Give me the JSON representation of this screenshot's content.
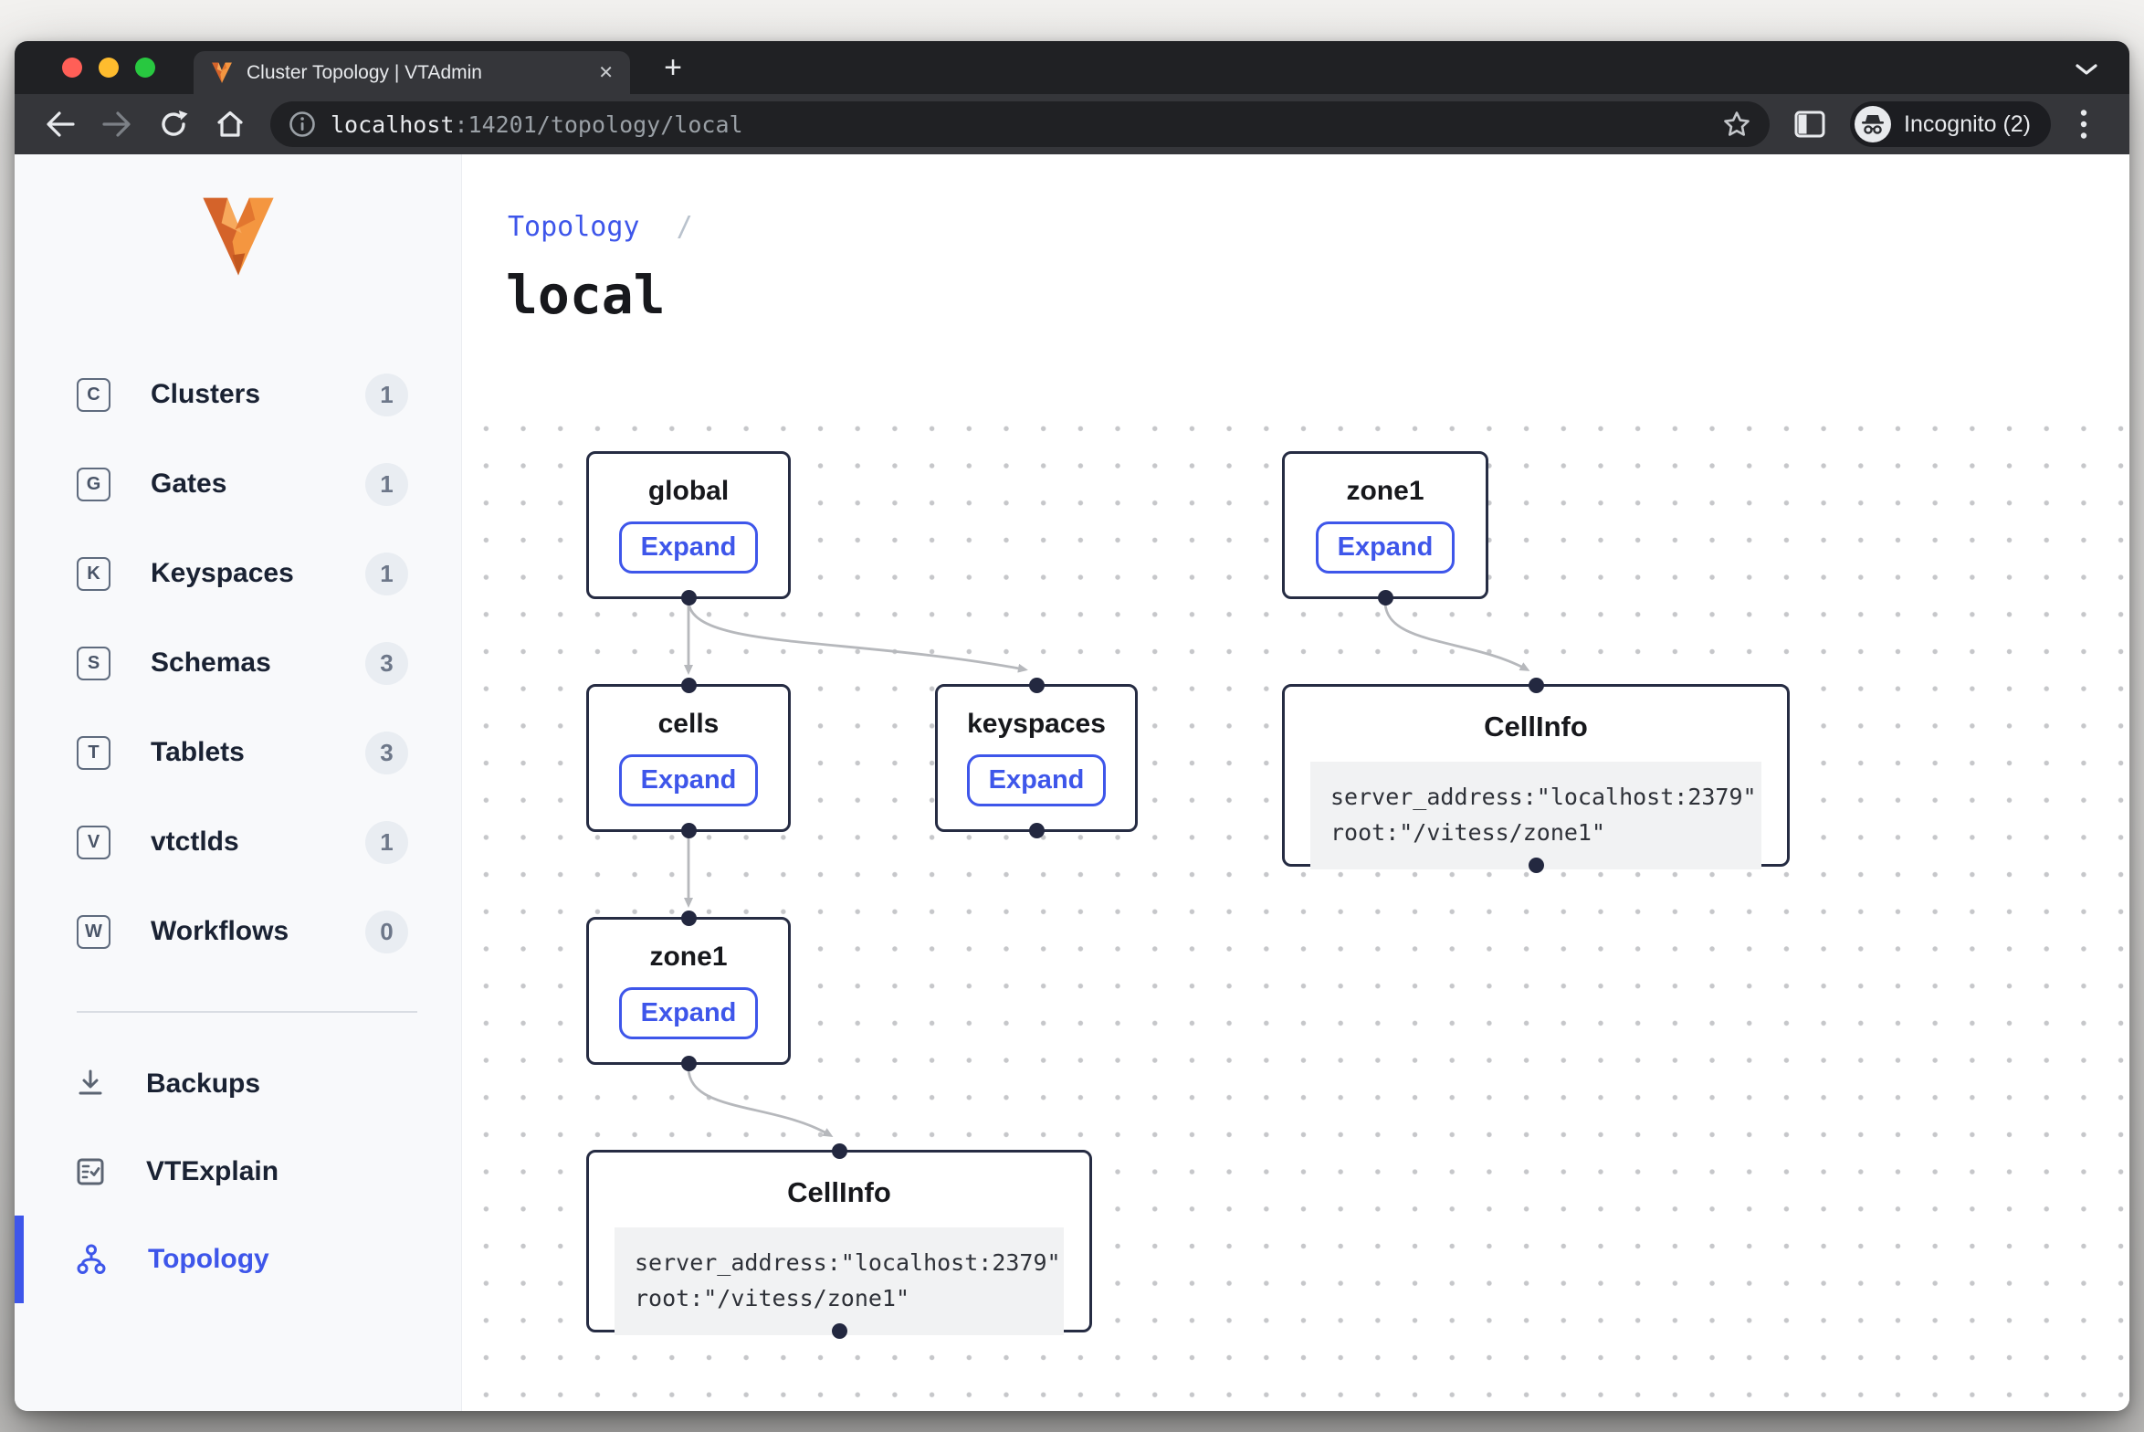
{
  "colors": {
    "accent_blue": "#3e56ea",
    "node_border": "#262c43",
    "edge_gray": "#b6b8bc",
    "chrome_frame": "#202124",
    "chrome_toolbar": "#35363a",
    "sidebar_bg": "#f8f9fb"
  },
  "browser": {
    "tab": {
      "title": "Cluster Topology | VTAdmin",
      "close_glyph": "✕",
      "new_tab_glyph": "+"
    },
    "toolbar": {
      "icons": [
        "back-arrow",
        "forward-arrow",
        "reload",
        "home",
        "page-info",
        "bookmark-star",
        "side-panel",
        "incognito",
        "kebab-menu"
      ],
      "url_host": "localhost",
      "url_rest": ":14201/topology/local",
      "incognito_label": "Incognito (2)"
    }
  },
  "sidebar": {
    "items": [
      {
        "letter": "C",
        "label": "Clusters",
        "count": "1"
      },
      {
        "letter": "G",
        "label": "Gates",
        "count": "1"
      },
      {
        "letter": "K",
        "label": "Keyspaces",
        "count": "1"
      },
      {
        "letter": "S",
        "label": "Schemas",
        "count": "3"
      },
      {
        "letter": "T",
        "label": "Tablets",
        "count": "3"
      },
      {
        "letter": "V",
        "label": "vtctlds",
        "count": "1"
      },
      {
        "letter": "W",
        "label": "Workflows",
        "count": "0"
      }
    ],
    "secondary": [
      {
        "icon": "download-icon",
        "label": "Backups"
      },
      {
        "icon": "doc-check-icon",
        "label": "VTExplain"
      },
      {
        "icon": "topology-icon",
        "label": "Topology",
        "active": true
      }
    ]
  },
  "main": {
    "breadcrumb": {
      "link": "Topology",
      "separator": "/"
    },
    "title": "local",
    "graph": {
      "nodes": [
        {
          "id": "global",
          "title": "global",
          "button": "Expand"
        },
        {
          "id": "zone1-tr",
          "title": "zone1",
          "button": "Expand"
        },
        {
          "id": "cells",
          "title": "cells",
          "button": "Expand"
        },
        {
          "id": "keyspaces",
          "title": "keyspaces",
          "button": "Expand"
        },
        {
          "id": "cellinfo-r",
          "title": "CellInfo",
          "code": [
            "server_address:\"localhost:2379\"",
            "root:\"/vitess/zone1\""
          ]
        },
        {
          "id": "zone1-b",
          "title": "zone1",
          "button": "Expand"
        },
        {
          "id": "cellinfo-b",
          "title": "CellInfo",
          "code": [
            "server_address:\"localhost:2379\"",
            "root:\"/vitess/zone1\""
          ]
        }
      ],
      "edges": [
        "global→cells",
        "global→keyspaces",
        "zone1-tr→cellinfo-r",
        "cells→zone1-b",
        "zone1-b→cellinfo-b"
      ]
    }
  }
}
